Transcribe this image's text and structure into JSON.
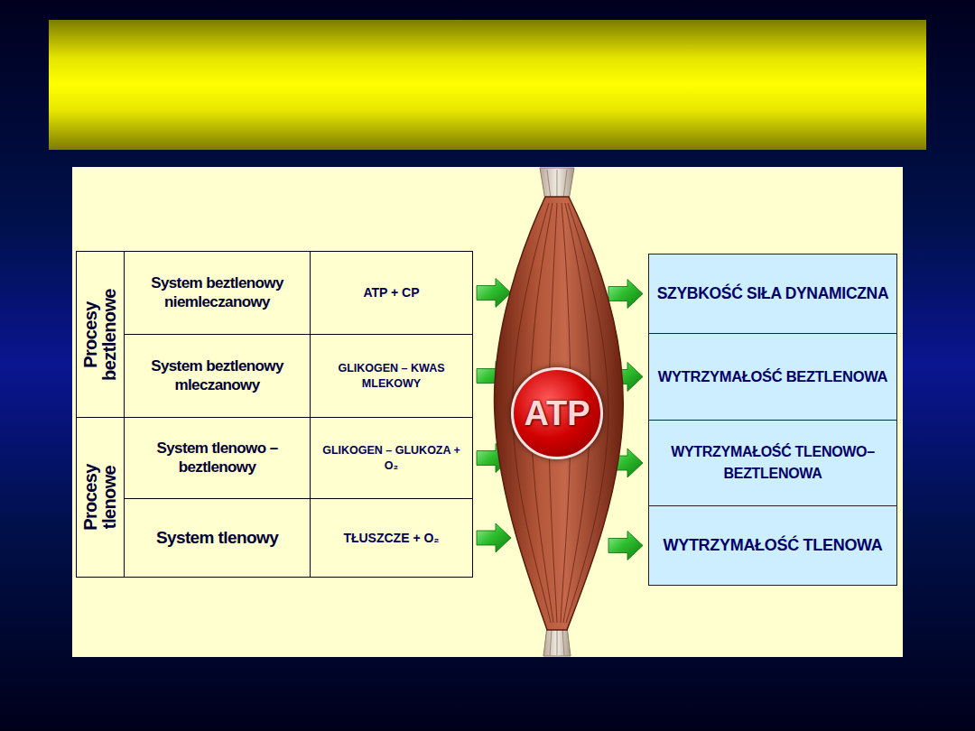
{
  "diagram": {
    "nodes": [
      {
        "text": [
          "Procesy beztlenowe"
        ]
      },
      {
        "text": [
          "System beztlenowy niemleczanowy"
        ]
      },
      {
        "text": [
          "ATP + CP"
        ]
      },
      {
        "text": [
          "System beztlenowy mleczanowy"
        ]
      },
      {
        "text": [
          "GLIKOGEN – KWAS MLEKOWY"
        ]
      },
      {
        "text": [
          "Procesy tlenowe"
        ]
      },
      {
        "text": [
          "System tlenowo – beztlenowy"
        ]
      },
      {
        "text": [
          "GLIKOGEN – GLUKOZA + O₂"
        ]
      },
      {
        "text": [
          "System tlenowy"
        ]
      },
      {
        "text": [
          "TŁUSZCZE + O₂"
        ]
      },
      {
        "text": [
          "ATP"
        ]
      },
      {
        "text": [
          "SZYBKOŚĆ SIŁA DYNAMICZNA"
        ]
      },
      {
        "text": [
          "WYTRZYMAŁOŚĆ BEZTLENOWA"
        ]
      },
      {
        "text": [
          "WYTRZYMAŁOŚĆ TLENOWO–BEZTLENOWA"
        ]
      },
      {
        "text": [
          "WYTRZYMAŁOŚĆ TLENOWA"
        ]
      }
    ],
    "edges": [
      {
        "from": 2,
        "to": 11,
        "arrow": "to"
      },
      {
        "from": 4,
        "to": 12,
        "arrow": "to"
      },
      {
        "from": 7,
        "to": 13,
        "arrow": "to"
      },
      {
        "from": 9,
        "to": 14,
        "arrow": "to"
      }
    ]
  }
}
